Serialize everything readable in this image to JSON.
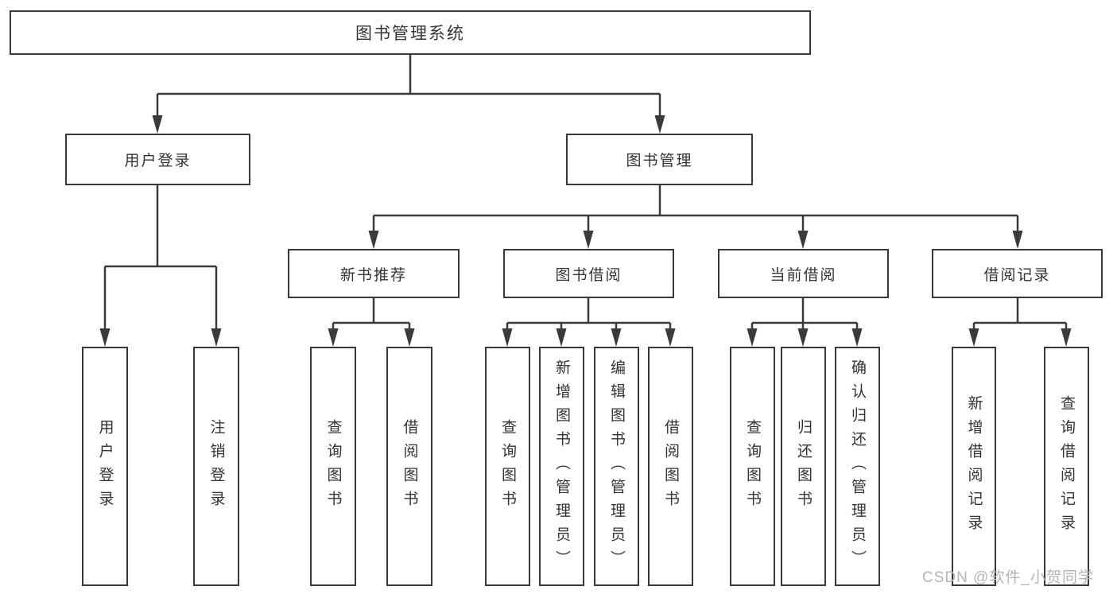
{
  "tree": {
    "label": "图书管理系统",
    "children": [
      {
        "label": "用户登录",
        "children": [
          {
            "label": "用户登录"
          },
          {
            "label": "注销登录"
          }
        ]
      },
      {
        "label": "图书管理",
        "children": [
          {
            "label": "新书推荐",
            "children": [
              {
                "label": "查询图书"
              },
              {
                "label": "借阅图书"
              }
            ]
          },
          {
            "label": "图书借阅",
            "children": [
              {
                "label": "查询图书"
              },
              {
                "label": "新增图书（管理员）"
              },
              {
                "label": "编辑图书（管理员）"
              },
              {
                "label": "借阅图书"
              }
            ]
          },
          {
            "label": "当前借阅",
            "children": [
              {
                "label": "查询图书"
              },
              {
                "label": "归还图书"
              },
              {
                "label": "确认归还（管理员）"
              }
            ]
          },
          {
            "label": "借阅记录",
            "children": [
              {
                "label": "新增借阅记录"
              },
              {
                "label": "查询借阅记录"
              }
            ]
          }
        ]
      }
    ]
  },
  "watermark": {
    "text": "CSDN @软件_小贺同学"
  },
  "colors": {
    "line": "#3a3a3a",
    "border": "#383838",
    "text": "#333333",
    "watermark_text": "#b5b5b5",
    "background": "#ffffff"
  }
}
